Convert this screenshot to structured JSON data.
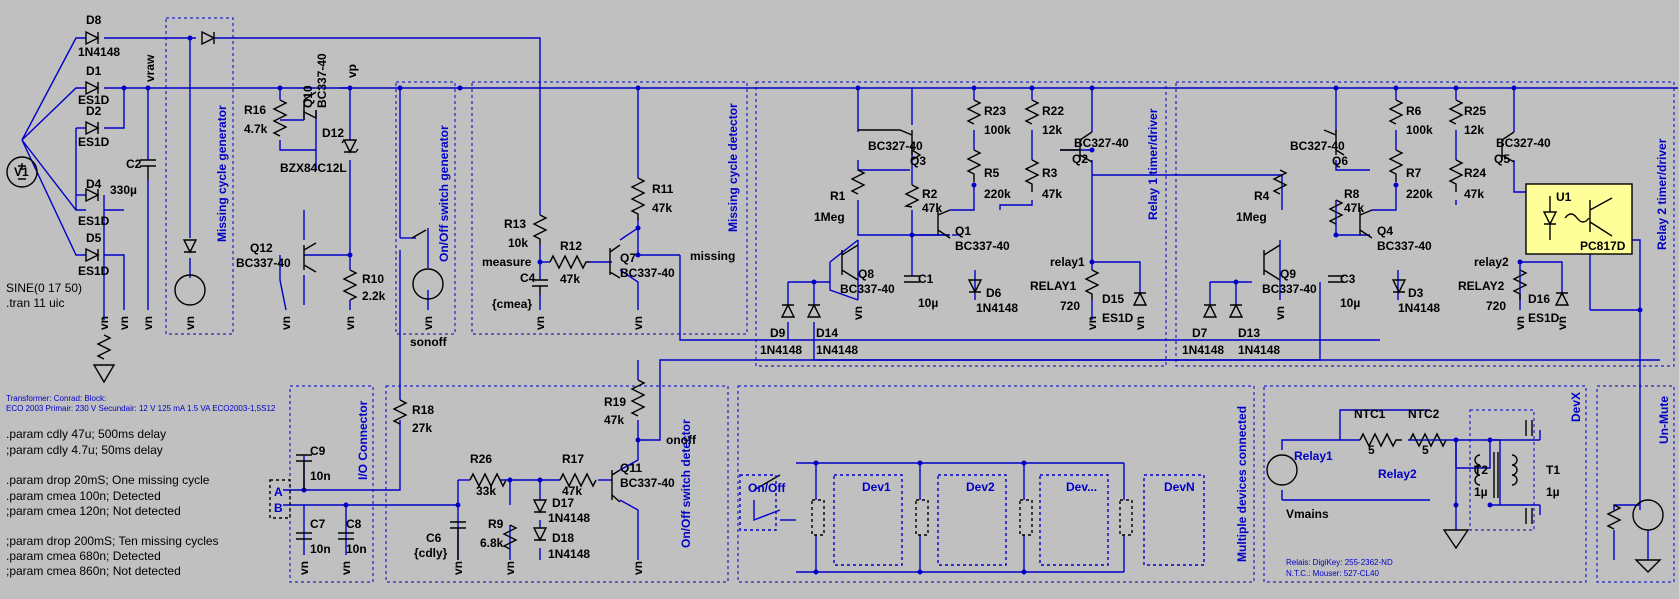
{
  "parts": {
    "D8": [
      "D8",
      "1N4148"
    ],
    "D1": [
      "D1",
      "ES1D"
    ],
    "D2": [
      "D2",
      "ES1D"
    ],
    "D4": [
      "D4",
      "ES1D"
    ],
    "D5": [
      "D5",
      "ES1D"
    ],
    "V1": "V1",
    "C2": [
      "C2",
      "330µ"
    ],
    "R16": [
      "R16",
      "4.7k"
    ],
    "Q10": [
      "Q10",
      "BC337-40"
    ],
    "D12": [
      "D12",
      "BZX84C12L"
    ],
    "Q12": [
      "Q12",
      "BC337-40"
    ],
    "R10": [
      "R10",
      "2.2k"
    ],
    "R13": [
      "R13",
      "10k"
    ],
    "C4": [
      "C4",
      "{cmea}"
    ],
    "R12": [
      "R12",
      "47k"
    ],
    "Q7": [
      "Q7",
      "BC337-40"
    ],
    "R11": [
      "R11",
      "47k"
    ],
    "R1": [
      "R1",
      "1Meg"
    ],
    "Q3": [
      "BC327-40",
      "Q3"
    ],
    "R2": [
      "R2",
      "47k"
    ],
    "R23": [
      "R23",
      "100k"
    ],
    "R5": [
      "R5",
      "220k"
    ],
    "R22": [
      "R22",
      "12k"
    ],
    "Q2": [
      "BC327-40",
      "Q2"
    ],
    "R3": [
      "R3",
      "47k"
    ],
    "Q1": [
      "Q1",
      "BC337-40"
    ],
    "Q8": [
      "Q8",
      "BC337-40"
    ],
    "C1": [
      "C1",
      "10µ"
    ],
    "D6": [
      "D6",
      "1N4148"
    ],
    "D9": [
      "D9",
      "1N4148"
    ],
    "D14": [
      "D14",
      "1N4148"
    ],
    "RELAY1": [
      "RELAY1",
      "720"
    ],
    "D15": [
      "D15",
      "ES1D"
    ],
    "R4": [
      "R4",
      "1Meg"
    ],
    "Q6": [
      "BC327-40",
      "Q6"
    ],
    "R8": [
      "R8",
      "47k"
    ],
    "R6": [
      "R6",
      "100k"
    ],
    "R7": [
      "R7",
      "220k"
    ],
    "R25": [
      "R25",
      "12k"
    ],
    "Q5": [
      "BC327-40",
      "Q5"
    ],
    "R24": [
      "R24",
      "47k"
    ],
    "Q4": [
      "Q4",
      "BC337-40"
    ],
    "Q9": [
      "Q9",
      "BC337-40"
    ],
    "C3": [
      "C3",
      "10µ"
    ],
    "D3": [
      "D3",
      "1N4148"
    ],
    "D7": [
      "D7",
      "1N4148"
    ],
    "D13": [
      "D13",
      "1N4148"
    ],
    "RELAY2": [
      "RELAY2",
      "720"
    ],
    "D16": [
      "D16",
      "ES1D"
    ],
    "U1": [
      "U1",
      "PC817D"
    ],
    "R18": [
      "R18",
      "27k"
    ],
    "C9": [
      "C9",
      "10n"
    ],
    "C7": [
      "C7",
      "10n"
    ],
    "C8": [
      "C8",
      "10n"
    ],
    "R26": [
      "R26",
      "33k"
    ],
    "C6": [
      "C6",
      "{cdly}"
    ],
    "R9": [
      "R9",
      "6.8k"
    ],
    "D17": [
      "D17",
      "1N4148"
    ],
    "D18": [
      "D18",
      "1N4148"
    ],
    "R17": [
      "R17",
      "47k"
    ],
    "Q11": [
      "Q11",
      "BC337-40"
    ],
    "R19": [
      "R19",
      "47k"
    ],
    "NTC1": [
      "NTC1",
      "5"
    ],
    "NTC2": [
      "NTC2",
      "5"
    ],
    "T2": [
      "T2",
      "1µ"
    ],
    "T1": [
      "T1",
      "1µ"
    ],
    "Vmains": "Vmains"
  },
  "nets": {
    "vraw": "vraw",
    "vp": "vp",
    "measure": "measure",
    "missing": "missing",
    "sonoff": "sonoff",
    "onoff": "onoff",
    "relay1": "relay1",
    "relay2": "relay2",
    "relay1_sw": "Relay1",
    "relay2_sw": "Relay2",
    "A": "A",
    "B": "B"
  },
  "sections": {
    "missing_gen": "Missing cycle generator",
    "onoff_gen": "On/Off switch generator",
    "missing_det": "Missing cycle detector",
    "relay1": "Relay 1 timer/driver",
    "relay2": "Relay 2 timer/driver",
    "io": "I/O Connector",
    "onoff_det": "On/Off switch detector",
    "multi": "Multiple devices connected",
    "devx": "DevX",
    "unmute": "Un-Mute"
  },
  "devices": {
    "onoff": "On/Off",
    "dev1": "Dev1",
    "dev2": "Dev2",
    "devdots": "Dev...",
    "devn": "DevN"
  },
  "ground_label": "vn",
  "directives": {
    "sine": "SINE(0 17 50)",
    "tran": ".tran 11 uic",
    "transformer1": "Transformer: Conrad: Block:",
    "transformer2": "ECO 2003 Primair: 230 V Secundair: 12 V 125 mA 1.5 VA ECO2003-1,5S12",
    "p1": ".param cdly 47u; 500ms delay",
    "p2": ";param cdly 4.7u; 50ms delay",
    "p3": ".param drop 20mS; One missing cycle",
    "p4": ".param cmea 100n; Detected",
    "p5": ";param cmea 120n; Not detected",
    "p6": ";param drop 200mS; Ten missing cycles",
    "p7": ".param cmea 680n; Detected",
    "p8": ";param cmea 860n; Not detected",
    "relais": "Relais: DigiKey: 255-2362-ND",
    "ntc": "N.T.C.: Mouser: 527-CL40"
  }
}
